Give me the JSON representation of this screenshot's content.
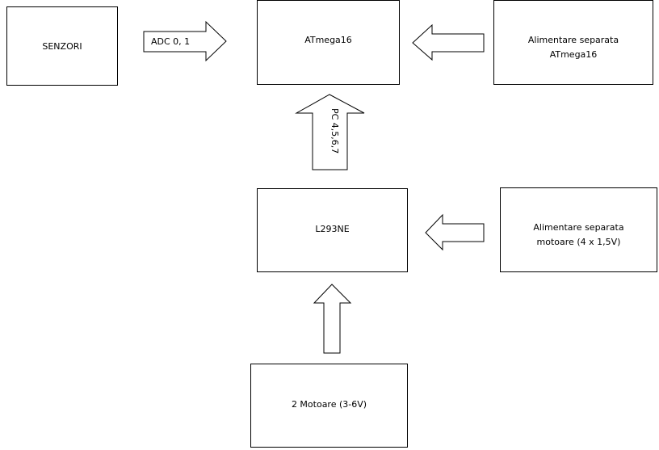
{
  "blocks": {
    "senzori": "SENZORI",
    "atmega": "ATmega16",
    "power_atmega_line1": "Alimentare separata",
    "power_atmega_line2": "ATmega16",
    "l293": "L293NE",
    "power_motors_line1": "Alimentare separata",
    "power_motors_line2": "motoare (4 x 1,5V)",
    "motors": "2 Motoare (3-6V)"
  },
  "connections": {
    "sensors_to_mcu": "ADC 0, 1",
    "driver_to_mcu": "PC 4,5,6,7"
  }
}
